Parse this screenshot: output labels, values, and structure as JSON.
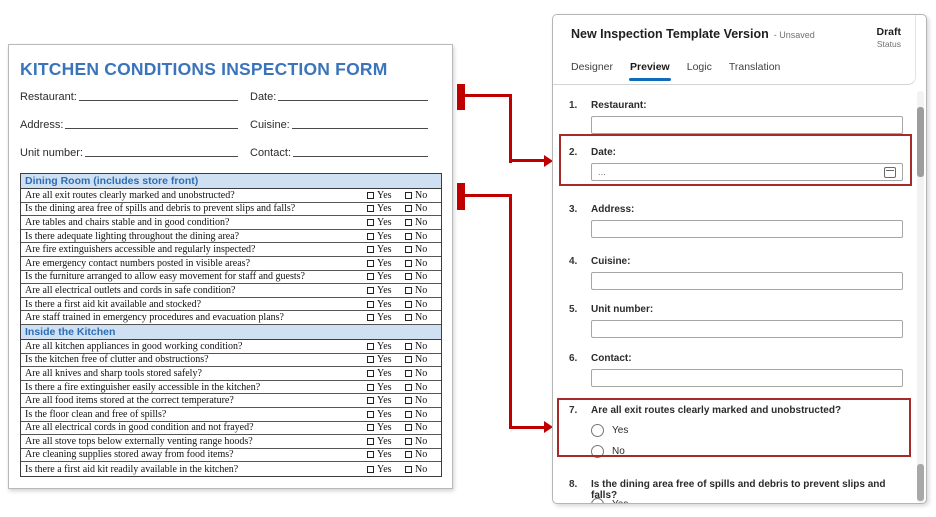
{
  "form": {
    "title": "KITCHEN CONDITIONS INSPECTION FORM",
    "fields": [
      {
        "label": "Restaurant:"
      },
      {
        "label": "Date:"
      },
      {
        "label": "Address:"
      },
      {
        "label": "Cuisine:"
      },
      {
        "label": "Unit number:"
      },
      {
        "label": "Contact:"
      }
    ],
    "yes_label": "Yes",
    "no_label": "No",
    "sections": [
      {
        "title": "Dining Room (includes store front)",
        "questions": [
          "Are all exit routes clearly marked and unobstructed?",
          "Is the dining area free of spills and debris to prevent slips and falls?",
          "Are tables and chairs stable and in good condition?",
          "Is there adequate lighting throughout the dining area?",
          "Are fire extinguishers accessible and regularly inspected?",
          "Are emergency contact numbers posted in visible areas?",
          "Is the furniture arranged to allow easy movement for staff and guests?",
          "Are all electrical outlets and cords in safe condition?",
          "Is there a first aid kit available and stocked?",
          "Are staff trained in emergency procedures and evacuation plans?"
        ]
      },
      {
        "title": "Inside the Kitchen",
        "questions": [
          "Are all kitchen appliances in good working condition?",
          "Is the kitchen free of clutter and obstructions?",
          "Are all knives and sharp tools stored safely?",
          "Is there a fire extinguisher easily accessible in the kitchen?",
          "Are all food items stored at the correct temperature?",
          "Is the floor clean and free of spills?",
          "Are all electrical cords in good condition and not frayed?",
          "Are all stove tops below externally venting range hoods?",
          "Are cleaning supplies stored away from food items?",
          "Is there a first aid kit readily available in the kitchen?"
        ]
      }
    ]
  },
  "panel": {
    "title": "New Inspection Template Version",
    "subtitle": "- Unsaved",
    "status_value": "Draft",
    "status_label": "Status",
    "tabs": [
      {
        "label": "Designer",
        "active": false
      },
      {
        "label": "Preview",
        "active": true
      },
      {
        "label": "Logic",
        "active": false
      },
      {
        "label": "Translation",
        "active": false
      }
    ],
    "items": [
      {
        "number": "1.",
        "label": "Restaurant:",
        "type": "text",
        "value": "",
        "highlighted": false
      },
      {
        "number": "2.",
        "label": "Date:",
        "type": "date",
        "value": "",
        "placeholder": "...",
        "highlighted": true
      },
      {
        "number": "3.",
        "label": "Address:",
        "type": "text",
        "value": "",
        "highlighted": false
      },
      {
        "number": "4.",
        "label": "Cuisine:",
        "type": "text",
        "value": "",
        "highlighted": false
      },
      {
        "number": "5.",
        "label": "Unit number:",
        "type": "text",
        "value": "",
        "highlighted": false
      },
      {
        "number": "6.",
        "label": "Contact:",
        "type": "text",
        "value": "",
        "highlighted": false
      },
      {
        "number": "7.",
        "label": "Are all exit routes clearly marked and unobstructed?",
        "type": "radio",
        "options": [
          "Yes",
          "No"
        ],
        "highlighted": true
      },
      {
        "number": "8.",
        "label": "Is the dining area free of spills and debris to prevent slips and falls?",
        "type": "radio",
        "options": [
          "Yes"
        ],
        "highlighted": false
      }
    ]
  },
  "colors": {
    "form_title_blue": "#3b74ba",
    "section_header_text": "#2e6db5",
    "section_header_bg": "#cfe0f2",
    "tab_accent_blue": "#0f6cbd",
    "highlight_red": "#a52a2a",
    "connector_red": "#c00000"
  }
}
